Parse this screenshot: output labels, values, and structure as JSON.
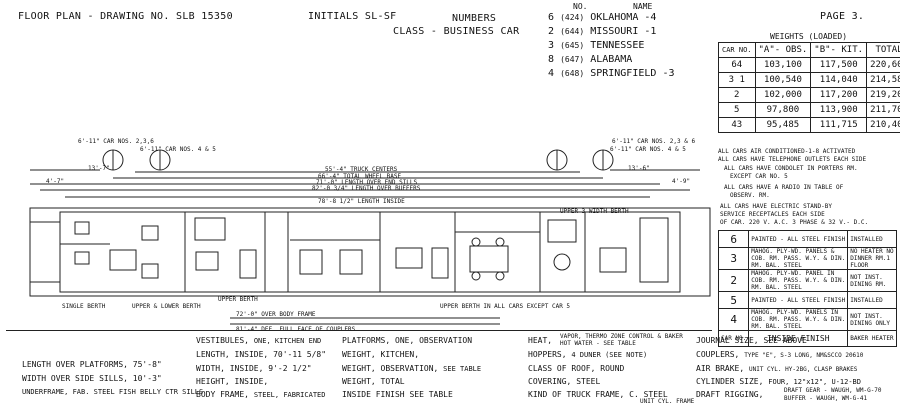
{
  "header": {
    "floor_plan": "FLOOR PLAN - DRAWING NO. SLB 15350",
    "initials": "INITIALS SL-SF",
    "numbers_label": "NUMBERS",
    "class_label": "CLASS - BUSINESS CAR",
    "page": "PAGE 3."
  },
  "names": {
    "col_no": "NO.",
    "col_name": "NAME",
    "rows": [
      {
        "car": "6",
        "no": "(424)",
        "name": "OKLAHOMA",
        "note": "-4"
      },
      {
        "car": "2",
        "no": "(644)",
        "name": "MISSOURI",
        "note": "-1"
      },
      {
        "car": "3",
        "no": "(645)",
        "name": "TENNESSEE",
        "note": ""
      },
      {
        "car": "8",
        "no": "(647)",
        "name": "ALABAMA",
        "note": ""
      },
      {
        "car": "4",
        "no": "(648)",
        "name": "SPRINGFIELD",
        "note": "-3"
      }
    ]
  },
  "weights": {
    "title": "WEIGHTS (LOADED)",
    "headers": [
      "CAR NO.",
      "\"A\"- OBS.",
      "\"B\"- KIT.",
      "TOTAL"
    ],
    "rows": [
      {
        "car": "64",
        "a": "103,100",
        "b": "117,500",
        "total": "220,600"
      },
      {
        "car": "3 1",
        "a": "100,540",
        "b": "114,040",
        "total": "214,580"
      },
      {
        "car": "2",
        "a": "102,000",
        "b": "117,200",
        "total": "219,200"
      },
      {
        "car": "5",
        "a": "97,800",
        "b": "113,900",
        "total": "211,700"
      },
      {
        "car": "43",
        "a": "95,485",
        "b": "111,715",
        "total": "210,400"
      }
    ]
  },
  "notes": [
    "ALL CARS AIR CONDITIONED-1-8 ACTIVATED",
    "ALL CARS HAVE TELEPHONE OUTLETS EACH SIDE",
    "ALL CARS HAVE CONDOLET IN PORTERS RM.",
    "EXCEPT CAR NO. 5",
    "ALL CARS HAVE A RADIO IN TABLE OF",
    "OBSERV. RM.",
    "ALL CARS HAVE ELECTRIC STAND-BY",
    "SERVICE RECEPTACLES EACH SIDE",
    "OF CAR. 220 V. A.C. 3 PHASE & 32 V.- D.C."
  ],
  "finish": {
    "rows": [
      {
        "car": "6",
        "desc": "PAINTED - ALL STEEL FINISH",
        "status": "INSTALLED"
      },
      {
        "car": "3",
        "desc": "MAHOG. PLY-WD. PANELS & COB. RM. PASS. W.Y. & DIN. RM. BAL. STEEL",
        "status": "NO HEATER NO DINNER RM.1 FLOOR"
      },
      {
        "car": "2",
        "desc": "MAHOG. PLY-WD. PANEL IN COB. RM. PASS. W.Y. & DIN. RM. BAL. STEEL",
        "status": "NOT INST. DINING RM."
      },
      {
        "car": "5",
        "desc": "PAINTED - ALL STEEL FINISH",
        "status": "INSTALLED"
      },
      {
        "car": "4",
        "desc": "MAHOG. PLY-WD. PANELS IN COB. RM. PASS. W.Y. & DIN. RM. BAL. STEEL",
        "status": "NOT INST. DINING ONLY"
      }
    ],
    "footer_car": "CAR NO.",
    "footer_finish": "INSIDE FINISH",
    "footer_heater": "BAKER HEATER"
  },
  "plan": {
    "wheel_left": "6'-11\" CAR NOS. 2,3,6",
    "wheel_left2": "6'-11\" CAR NOS. 4 & 5",
    "wheel_right": "6'-11\" CAR NOS. 2,3 & 6",
    "wheel_right2": "6'-11\" CAR NOS. 4 & 5",
    "dim_truck": "55'-4\" TRUCK CENTERS",
    "dim_wheel": "66'-4\" TOTAL WHEEL BASE",
    "dim_end_sills": "71'-0\" LENGTH OVER END SILLS",
    "dim_buffers": "82'-0 3/4\" LENGTH OVER BUFFERS",
    "dim_inside": "78'-8 1/2\" LENGTH INSIDE",
    "dim_left": "13'-7\"",
    "dim_left2": "4'-7\"",
    "dim_right": "13'-6\"",
    "dim_right2": "4'-9\"",
    "dim_bottom1": "72'-0\" OVER BODY FRAME",
    "dim_bottom2": "81'-4\" DEF. FULL FACE OF COUPLERS",
    "label_upper_berth": "UPPER BERTH IN ALL CARS EXCEPT CAR 5",
    "label_single_berth": "SINGLE BERTH",
    "label_upper_lower": "UPPER & LOWER BERTH",
    "label_upper_berth2": "UPPER BERTH",
    "label_upper_inner": "UPPER 3 WIDTH BERTH"
  },
  "specs": {
    "length_over_platforms_label": "LENGTH OVER PLATFORMS,",
    "length_over_platforms": "75'-8\"",
    "width_over_side_sills_label": "WIDTH OVER SIDE SILLS,",
    "width_over_side_sills": "10'-3\"",
    "underframe": "UNDERFRAME, FAB. STEEL FISH BELLY CTR SILLS",
    "vestibules_label": "VESTIBULES,",
    "vestibules": "ONE, KITCHEN END",
    "length_inside_label": "LENGTH, INSIDE,",
    "length_inside": "70'-11 5/8\"",
    "width_inside_label": "WIDTH, INSIDE,",
    "width_inside": "9'-2 1/2\"",
    "height_inside_label": "HEIGHT, INSIDE,",
    "body_frame_label": "BODY FRAME,",
    "body_frame": "STEEL, FABRICATED",
    "platforms_label": "PLATFORMS,",
    "platforms": "ONE, OBSERVATION",
    "weight_kitchen": "WEIGHT, KITCHEN,",
    "weight_observation": "WEIGHT, OBSERVATION,",
    "see_table": "SEE TABLE",
    "weight_total": "WEIGHT, TOTAL",
    "inside_finish_label": "INSIDE FINISH",
    "see_table2": "SEE TABLE",
    "heat_label": "HEAT,",
    "heat": "VAPOR, THERMO ZONE CONTROL & BAKER HOT WATER - SEE TABLE",
    "hoppers_label": "HOPPERS,",
    "hoppers": "4 DUNER (SEE NOTE)",
    "roof_label": "CLASS OF ROOF,",
    "roof": "ROUND",
    "covering_label": "COVERING,",
    "covering": "STEEL",
    "truck_frame_label": "KIND OF TRUCK FRAME,",
    "truck_frame": "C. STEEL",
    "truck_frame_sub": "UNIT CYL. FRAME",
    "journal_label": "JOURNAL SIZE,",
    "journal": "SEE ABOVE",
    "couplers_label": "COUPLERS,",
    "couplers": "TYPE \"E\", S-3 LONG, NM&SCCO 20610",
    "air_brake_label": "AIR BRAKE,",
    "air_brake": "UNIT CYL. HY-2BG, CLASP BRAKES",
    "cylinder_label": "CYLINDER SIZE,",
    "cylinder": "FOUR, 12\"x12\", U-12-BD",
    "draft_label": "DRAFT RIGGING,",
    "draft_gear": "DRAFT GEAR - WAUGH, WM-G-70",
    "draft_buffer": "BUFFER - WAUGH, WM-G-41"
  }
}
